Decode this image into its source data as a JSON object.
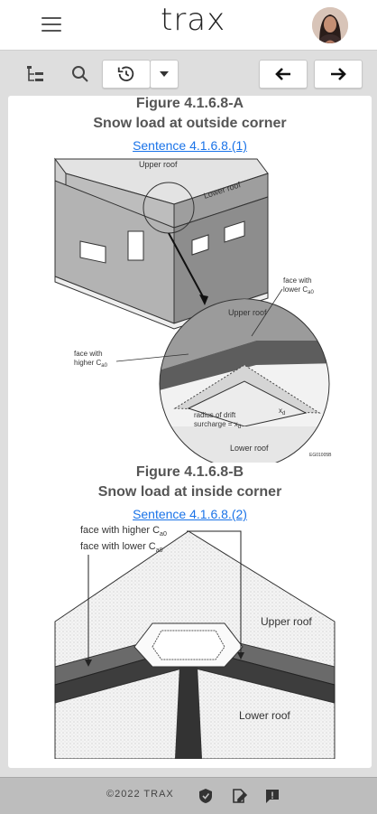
{
  "header": {
    "logo_text": "trax"
  },
  "figure_a": {
    "title": "Figure 4.1.6.8-A",
    "subtitle": "Snow load at outside corner",
    "link": "Sentence 4.1.6.8.(1)",
    "labels": {
      "upper_roof": "Upper roof",
      "lower_roof": "Lower roof",
      "upper_roof_inset": "Upper roof",
      "lower_roof_inset": "Lower roof",
      "face_lower_1": "face with",
      "face_lower_2": "lower C",
      "face_lower_sub": "a0",
      "face_higher_1": "face with",
      "face_higher_2": "higher C",
      "face_higher_sub": "a0",
      "radius_1": "radius of drift",
      "radius_2": "surcharge = x",
      "radius_sub": "d",
      "xd": "x",
      "xd_sub": "d",
      "code": "EG01005B"
    }
  },
  "figure_b": {
    "title": "Figure 4.1.6.8-B",
    "subtitle": "Snow load at inside corner",
    "link": "Sentence 4.1.6.8.(2)",
    "labels": {
      "face_higher": "face with higher C",
      "face_higher_sub": "a0",
      "face_lower": "face with lower C",
      "face_lower_sub": "a0",
      "upper_roof": "Upper roof",
      "lower_roof": "Lower roof"
    }
  },
  "footer": {
    "copyright": "©2022 TRAX"
  },
  "colors": {
    "link": "#1a73e8",
    "footer_bg": "#bdbdbd",
    "toolbar_bg": "#dedede"
  }
}
